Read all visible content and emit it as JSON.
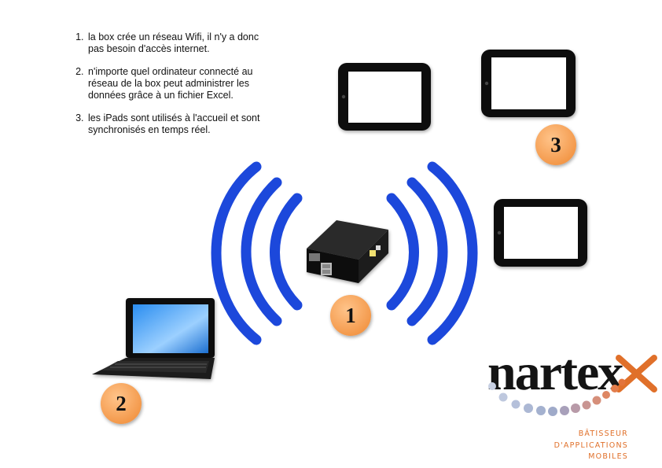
{
  "steps": [
    "la box crée un réseau Wifi, il n'y a donc pas besoin d'accès internet.",
    "n'importe quel ordinateur connecté au réseau de la box peut administrer les données grâce à un fichier Excel.",
    "les iPads sont utilisés à l'accueil et sont synchronisés en temps réel."
  ],
  "badges": {
    "box": "1",
    "laptop": "2",
    "tablet": "3"
  },
  "brand": {
    "wordmark": "nartex",
    "tagline_1": "BÂTISSEUR",
    "tagline_2": "D'APPLICATIONS",
    "tagline_3": "MOBILES"
  },
  "colors": {
    "wave": "#1a4fe0",
    "badge": "#f6a35a",
    "accent": "#e0702a",
    "dots": "#a8b5d3",
    "device": "#111111"
  }
}
